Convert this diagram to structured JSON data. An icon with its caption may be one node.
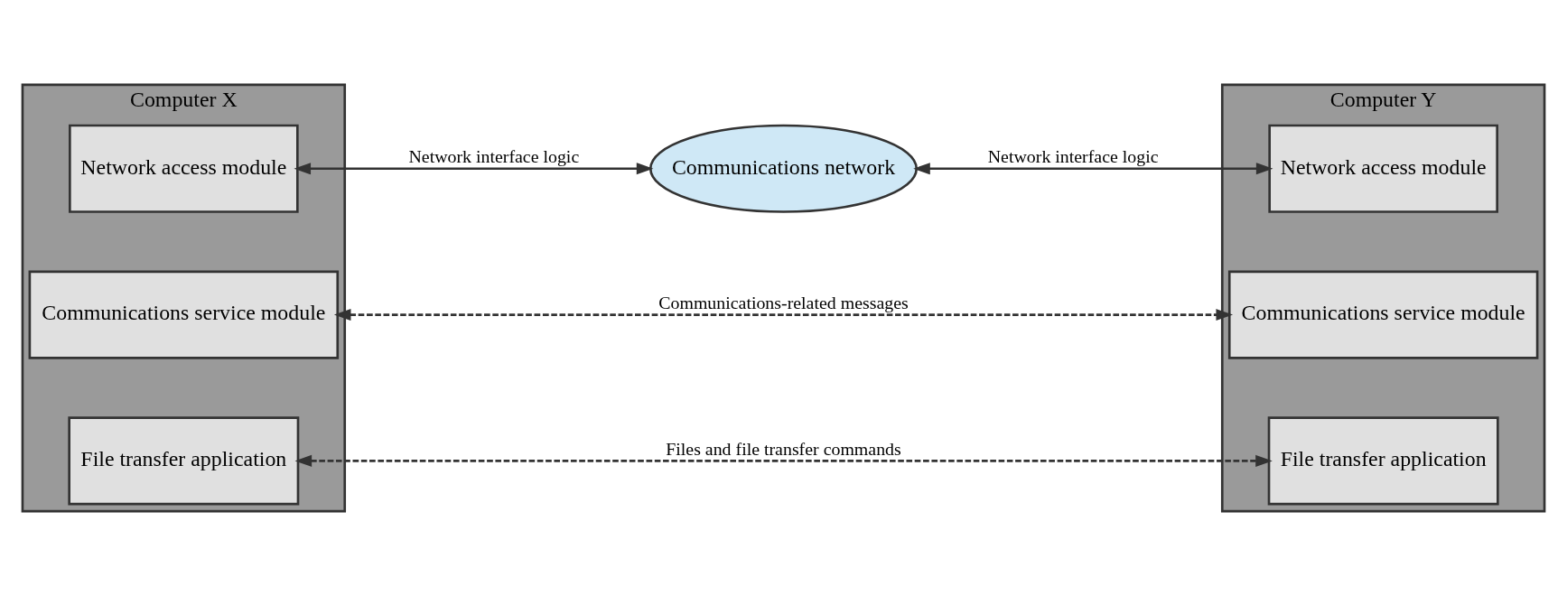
{
  "diagram": {
    "nodes": [
      {
        "text": [
          "Computer X"
        ]
      },
      {
        "text": [
          "File transfer application"
        ],
        "in": 0
      },
      {
        "text": [
          "Communications service module"
        ],
        "in": 0
      },
      {
        "text": [
          "Network access module"
        ],
        "in": 0
      },
      {
        "text": [
          "Computer Y"
        ]
      },
      {
        "text": [
          "File transfer application"
        ],
        "in": 4
      },
      {
        "text": [
          "Communications service module"
        ],
        "in": 4
      },
      {
        "text": [
          "Network access module"
        ],
        "in": 4
      },
      {
        "text": [
          "Communications network"
        ]
      }
    ],
    "edges": [
      {
        "from": 1,
        "to": 5,
        "arrow": "both",
        "style": "dashed",
        "label": "Files and file transfer commands"
      },
      {
        "from": 2,
        "to": 6,
        "arrow": "both",
        "style": "dashed",
        "label": "Communications-related messages"
      },
      {
        "from": 3,
        "to": 8,
        "arrow": "both",
        "label": "Network interface logic"
      },
      {
        "from": 8,
        "to": 7,
        "arrow": "both",
        "label": "Network interface logic"
      }
    ]
  }
}
